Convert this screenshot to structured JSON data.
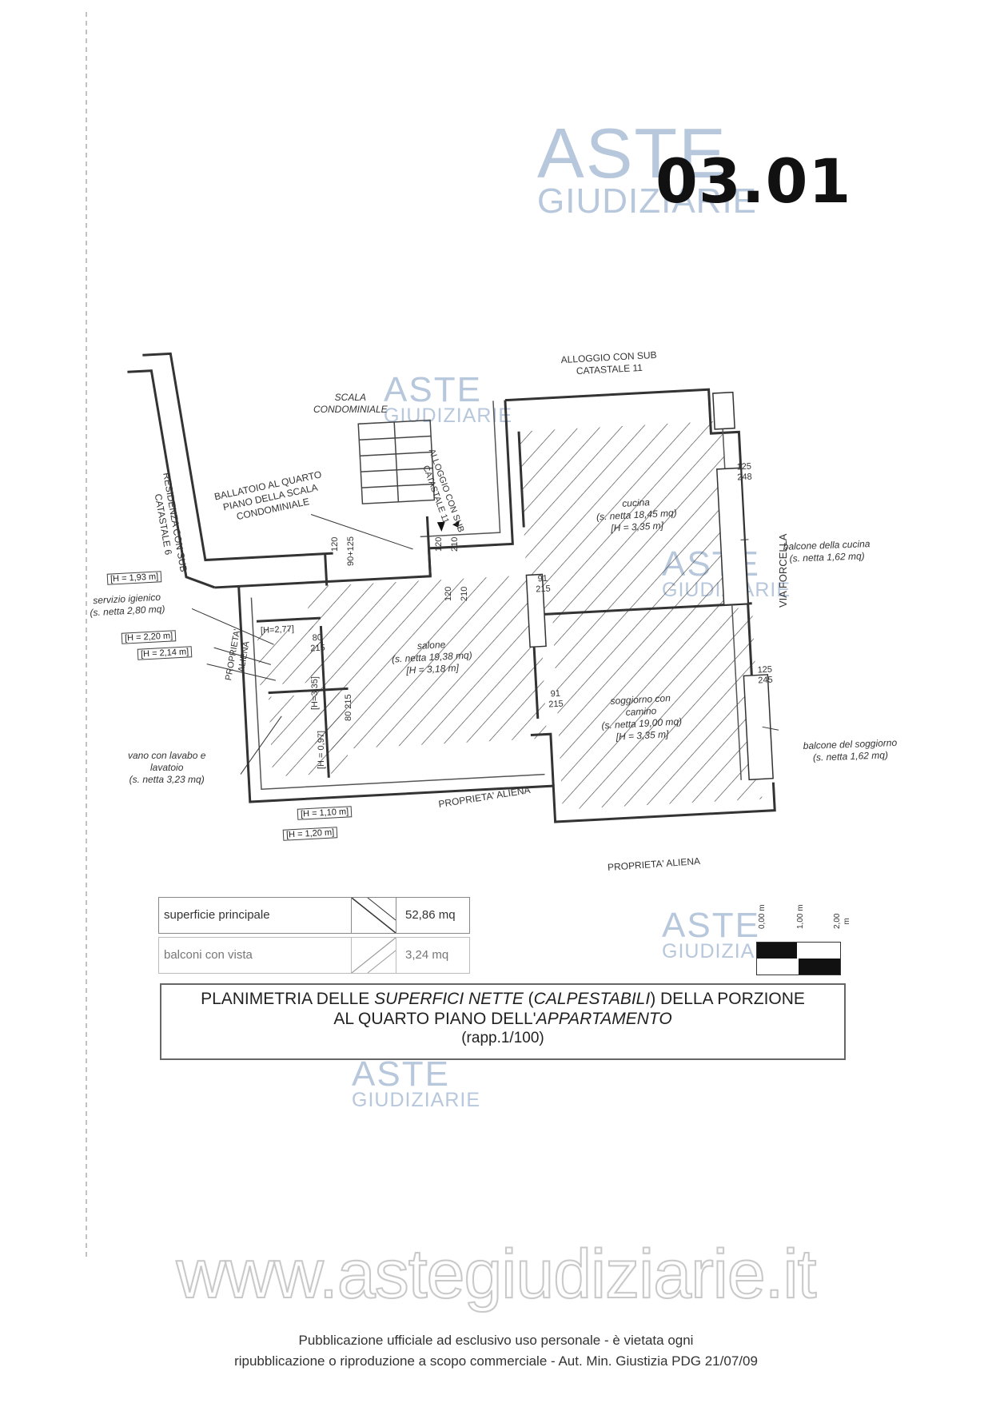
{
  "page_number": "03.01",
  "watermark": {
    "line1": "ASTE",
    "line2": "GIUDIZIARIE"
  },
  "site_url": "www.astegiudiziarie.it",
  "footer": {
    "line1": "Pubblicazione ufficiale ad esclusivo uso personale - è vietata ogni",
    "line2": "ripubblicazione o riproduzione a scopo commerciale - Aut. Min. Giustizia PDG 21/07/09"
  },
  "plan": {
    "labels": {
      "alloggio_11_top": [
        "ALLOGGIO CON SUB",
        "CATASTALE 11"
      ],
      "scala": [
        "SCALA",
        "CONDOMINIALE"
      ],
      "alloggio_11_side": [
        "ALLOGGIO CON SUB",
        "CATASTALE 11"
      ],
      "residenza_6": [
        "RESIDENZA CON SUB",
        "CATASTALE 6"
      ],
      "ballatoio": [
        "BALLATOIO AL QUARTO",
        "PIANO DELLA SCALA",
        "CONDOMINIALE"
      ],
      "via_forcella": "VIA FORCELLA",
      "proprieta_aliena": "PROPRIETA' ALIENA",
      "proprieta_aliena_left": [
        "PROPRIETA'",
        "ALIENA"
      ]
    },
    "rooms": {
      "cucina": [
        "cucina",
        "(s. netta 18,45 mq)",
        "[H = 3,35 m]"
      ],
      "salone": [
        "salone",
        "(s. netta 19,38 mq)",
        "[H = 3,18 m]"
      ],
      "soggiorno": [
        "soggiorno con",
        "camino",
        "(s. netta 19,00 mq)",
        "[H = 3,35 m]"
      ],
      "servizio": [
        "servizio igienico",
        "(s. netta 2,80 mq)"
      ],
      "vano": [
        "vano con lavabo e",
        "lavatoio",
        "(s. netta 3,23 mq)"
      ],
      "balcone_cucina": [
        "balcone della cucina",
        "(s. netta 1,62 mq)"
      ],
      "balcone_soggiorno": [
        "balcone del soggiorno",
        "(s. netta 1,62 mq)"
      ]
    },
    "heights": [
      "[H = 1,93 m]",
      "[H = 2,20 m]",
      "[H = 2,14 m]",
      "[H=2,77]",
      "[H = 1,10 m]",
      "[H = 1,20 m]",
      "[H=3,35]",
      "[H = 0,97]"
    ],
    "dims": {
      "d125_248": [
        "125",
        "248"
      ],
      "d125_245": [
        "125",
        "245"
      ],
      "d91_215_a": [
        "91",
        "215"
      ],
      "d91_215_b": [
        "91",
        "215"
      ],
      "d80_215": [
        "80",
        "215"
      ],
      "d120_a": "120",
      "d120_b": "120",
      "d90_125": "90+125",
      "d120_c": "120",
      "d210": "210",
      "d210_b": "210",
      "d80_215_v": "80 215"
    }
  },
  "legend": {
    "rows": [
      {
        "label": "superficie principale",
        "value": "52,86 mq"
      },
      {
        "label": "balconi con vista",
        "value": "3,24 mq"
      }
    ],
    "scale_labels": [
      "0,00 m",
      "1,00 m",
      "2,00 m"
    ]
  },
  "title": {
    "line1_a": "PLANIMETRIA DELLE ",
    "line1_b": "SUPERFICI NETTE",
    "line1_c": " (",
    "line1_d": "CALPESTABILI",
    "line1_e": ") DELLA PORZIONE",
    "line2_a": "AL QUARTO PIANO DELL'",
    "line2_b": "APPARTAMENTO",
    "line3": "(rapp.1/100)"
  }
}
